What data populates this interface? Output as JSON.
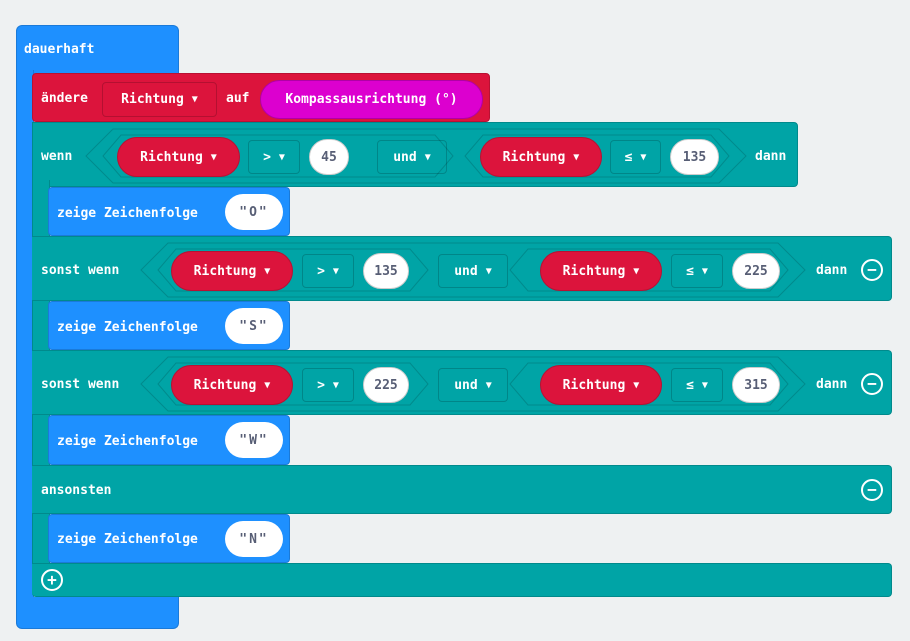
{
  "forever": {
    "label": "dauerhaft"
  },
  "set_block": {
    "label": "ändere",
    "variable": "Richtung",
    "to_label": "auf",
    "value": "Kompassausrichtung (°)"
  },
  "if_block": {
    "branches": [
      {
        "keyword": "wenn",
        "left": {
          "var": "Richtung",
          "op": ">",
          "num": "45"
        },
        "logic": "und",
        "right": {
          "var": "Richtung",
          "op": "≤",
          "num": "135"
        },
        "then": "dann",
        "show_label": "zeige Zeichenfolge",
        "text": "\"O\""
      },
      {
        "keyword": "sonst wenn",
        "left": {
          "var": "Richtung",
          "op": ">",
          "num": "135"
        },
        "logic": "und",
        "right": {
          "var": "Richtung",
          "op": "≤",
          "num": "225"
        },
        "then": "dann",
        "show_label": "zeige Zeichenfolge",
        "text": "\"S\""
      },
      {
        "keyword": "sonst wenn",
        "left": {
          "var": "Richtung",
          "op": ">",
          "num": "225"
        },
        "logic": "und",
        "right": {
          "var": "Richtung",
          "op": "≤",
          "num": "315"
        },
        "then": "dann",
        "show_label": "zeige Zeichenfolge",
        "text": "\"W\""
      }
    ],
    "else": {
      "keyword": "ansonsten",
      "show_label": "zeige Zeichenfolge",
      "text": "\"N\""
    }
  },
  "icons": {
    "dropdown": "▼",
    "minus": "−",
    "plus": "+"
  },
  "colors": {
    "loop": "#1e90ff",
    "variables": "#dc143c",
    "logic": "#00a4a6",
    "input": "#dc00cf",
    "background": "#eef1f2"
  }
}
